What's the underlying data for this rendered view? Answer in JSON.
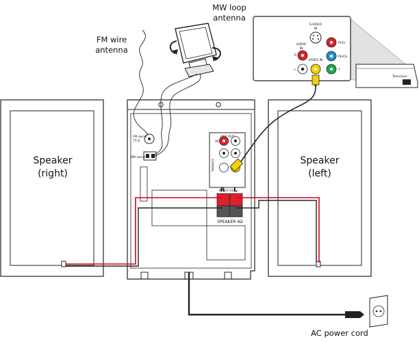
{
  "labels": {
    "mw_antenna_line1": "MW loop",
    "mw_antenna_line2": "antenna",
    "fm_antenna_line1": "FM wire",
    "fm_antenna_line2": "antenna",
    "speaker_right_line1": "Speaker",
    "speaker_right_line2": "(right)",
    "speaker_left_line1": "Speaker",
    "speaker_left_line2": "(left)",
    "ac_power_cord": "AC power cord",
    "speaker_terminal": "SPEAKER 4Ω",
    "speaker_r": "R",
    "speaker_l": "L",
    "fm_aerial": "FM aerial",
    "fm_aerial_ohm": "75 Ω",
    "mw_aerial": "MW aerial",
    "line_out": "LINE OUT",
    "video_out": "VIDEO OUT",
    "coaxial": "COAXIAL",
    "av_label": "AV",
    "tv_svideo": "S-VIDEO",
    "tv_svideo_in": "IN",
    "tv_audio": "AUDIO",
    "tv_audio_in": "IN",
    "tv_r": "R",
    "tv_l": "L",
    "tv_video_in": "VIDEO IN",
    "tv_pr": "Pr/Cr",
    "tv_pb": "Pb/Cb",
    "tv_y": "Y",
    "television": "Television"
  },
  "colors": {
    "speaker_wire_red": "#d0021b",
    "jack_red": "#e0202a",
    "jack_yellow": "#f2d200",
    "jack_green": "#1aa84a",
    "jack_blue": "#1f8fc8"
  }
}
